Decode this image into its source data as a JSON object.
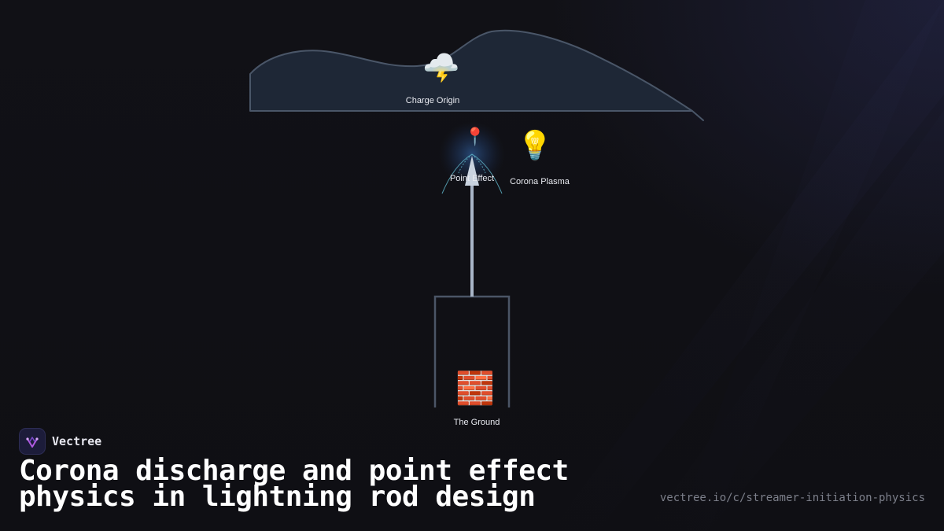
{
  "diagram": {
    "nodes": {
      "cloud": {
        "label": "Charge Origin",
        "icon": "cloud-lightning-icon",
        "glyph": "🌩️"
      },
      "tip": {
        "label": "Point Effect",
        "icon": "pin-icon",
        "glyph": "📍"
      },
      "plasma": {
        "label": "Corona Plasma",
        "icon": "lightbulb-icon",
        "glyph": "💡"
      },
      "ground": {
        "label": "The Ground",
        "icon": "brick-icon",
        "glyph": "🧱"
      }
    },
    "colors": {
      "cloud_fill": "#1e2736",
      "cloud_stroke": "#4a5668",
      "rod": "#a9b6c8",
      "frame": "#4b5566",
      "corona": "#5fb4c8",
      "glow": "#2b4a78"
    }
  },
  "branding": {
    "name": "Vectree",
    "logo_icon": "vectree-logo-icon",
    "accent": "#b05ae0"
  },
  "title": "Corona discharge and point effect physics in lightning rod design",
  "url": "vectree.io/c/streamer-initiation-physics"
}
